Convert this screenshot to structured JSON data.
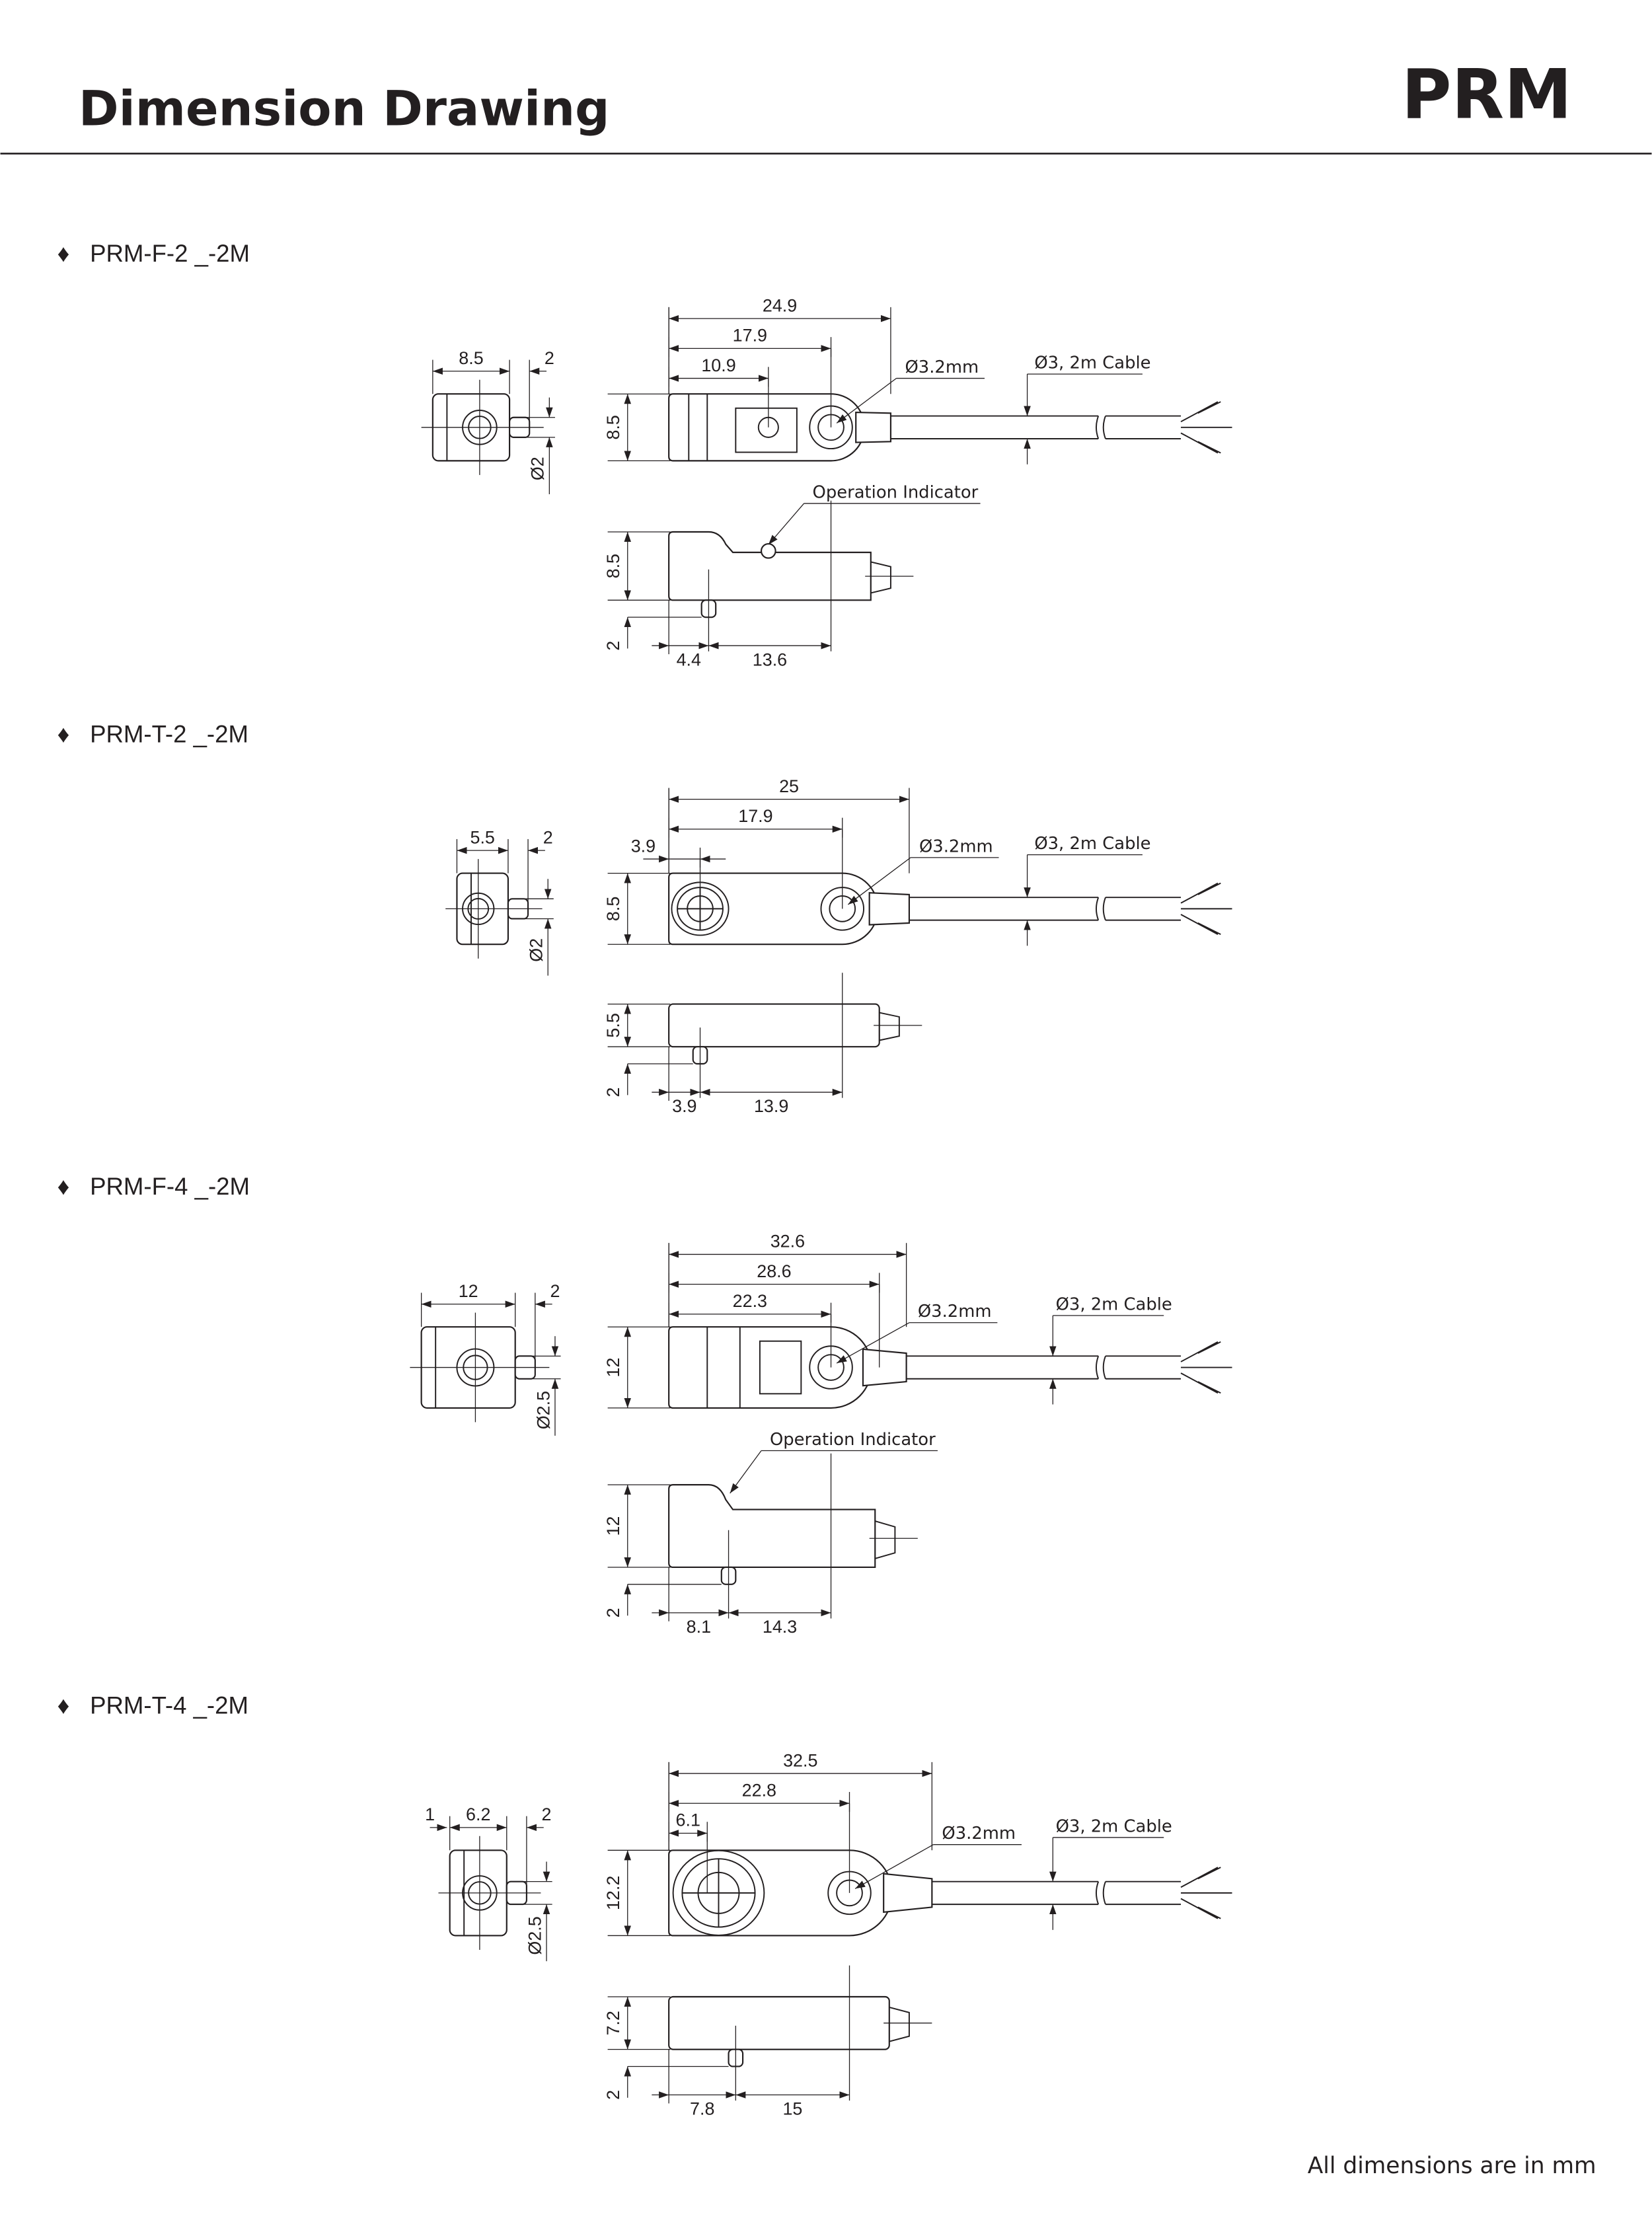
{
  "header": {
    "title": "Dimension Drawing",
    "model": "PRM"
  },
  "bullet": "♦",
  "sections": [
    {
      "title": "PRM-F-2 _-2M",
      "top_view": {
        "dims": [
          "24.9",
          "17.9",
          "10.9"
        ],
        "height": "8.5",
        "hole_label": "Ø3.2mm",
        "cable_label": "Ø3, 2m Cable"
      },
      "end_view": {
        "width": "8.5",
        "gap": "2",
        "diameter": "Ø2"
      },
      "side_view": {
        "height": "8.5",
        "pin": "2",
        "offset": "4.4",
        "length": "13.6",
        "indicator": "Operation Indicator"
      }
    },
    {
      "title": "PRM-T-2 _-2M",
      "top_view": {
        "dims": [
          "25",
          "17.9",
          "3.9"
        ],
        "height": "8.5",
        "hole_label": "Ø3.2mm",
        "cable_label": "Ø3, 2m Cable"
      },
      "end_view": {
        "width": "5.5",
        "gap": "2",
        "diameter": "Ø2"
      },
      "side_view": {
        "height": "5.5",
        "pin": "2",
        "offset": "3.9",
        "length": "13.9"
      }
    },
    {
      "title": "PRM-F-4 _-2M",
      "top_view": {
        "dims": [
          "32.6",
          "28.6",
          "22.3"
        ],
        "height": "12",
        "hole_label": "Ø3.2mm",
        "cable_label": "Ø3, 2m Cable"
      },
      "end_view": {
        "width": "12",
        "gap": "2",
        "diameter": "Ø2.5"
      },
      "side_view": {
        "height": "12",
        "pin": "2",
        "offset": "8.1",
        "length": "14.3",
        "indicator": "Operation Indicator"
      }
    },
    {
      "title": "PRM-T-4 _-2M",
      "top_view": {
        "dims": [
          "32.5",
          "22.8",
          "6.1"
        ],
        "height": "12.2",
        "hole_label": "Ø3.2mm",
        "cable_label": "Ø3, 2m Cable"
      },
      "end_view": {
        "left": "1",
        "width": "6.2",
        "gap": "2",
        "diameter": "Ø2.5"
      },
      "side_view": {
        "height": "7.2",
        "pin": "2",
        "offset": "7.8",
        "length": "15"
      }
    }
  ],
  "footer": {
    "note": "All dimensions are in mm"
  }
}
